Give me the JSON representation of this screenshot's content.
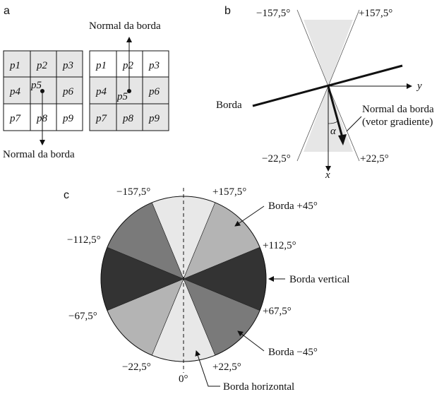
{
  "panel_a": {
    "label": "a",
    "grid_cells": [
      "p1",
      "p2",
      "p3",
      "p4",
      "p5",
      "p6",
      "p7",
      "p8",
      "p9"
    ],
    "left_normal_label": "Normal da borda",
    "right_normal_label": "Normal da borda",
    "colors": {
      "edge_fill": "#e6e6e6",
      "plain_fill": "#ffffff"
    }
  },
  "panel_b": {
    "label": "b",
    "angle_top_left": "−157,5°",
    "angle_top_right": "+157,5°",
    "angle_bottom_left": "−22,5°",
    "angle_bottom_right": "+22,5°",
    "axis_y": "y",
    "axis_x": "x",
    "edge_label": "Borda",
    "normal_label_line1": "Normal da borda",
    "normal_label_line2": "(vetor gradiente)",
    "alpha": "α",
    "colors": {
      "sector_fill": "#e6e6e6"
    }
  },
  "panel_c": {
    "label": "c",
    "angles": {
      "top_left": "−157,5°",
      "top_right": "+157,5°",
      "upper_left": "−112,5°",
      "upper_right": "+112,5°",
      "lower_left": "−67,5°",
      "lower_right": "+67,5°",
      "bottom_left": "−22,5°",
      "bottom_right": "+22,5°",
      "bottom": "0°"
    },
    "labels": {
      "borda_45": "Borda +45°",
      "borda_vertical": "Borda vertical",
      "borda_minus45": "Borda −45°",
      "borda_horizontal": "Borda horizontal"
    },
    "colors": {
      "horizontal": "#e8e8e8",
      "plus45": "#b4b4b4",
      "vertical": "#333333",
      "minus45": "#7a7a7a"
    }
  }
}
